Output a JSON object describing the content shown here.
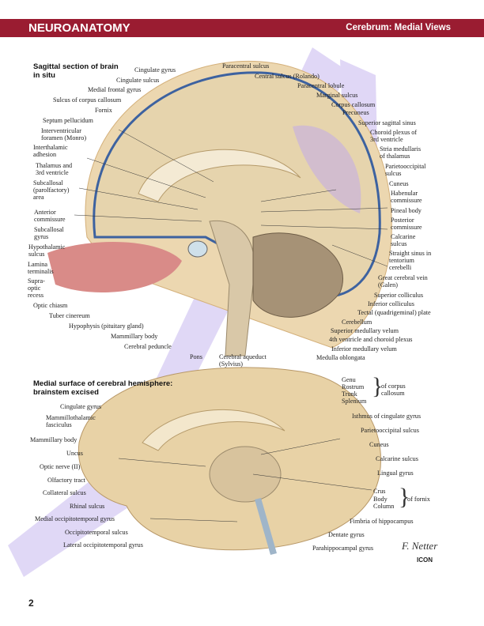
{
  "header": {
    "title": "NEUROANATOMY",
    "subtitle": "Cerebrum: Medial Views"
  },
  "fig1": {
    "title": "Sagittal section of brain in situ",
    "labels_left": [
      "Cingulate gyrus",
      "Cingulate sulcus",
      "Medial frontal gyrus",
      "Sulcus of corpus callosum",
      "Fornix",
      "Septum pellucidum",
      "Interventricular foramen (Monro)",
      "Interthalamic adhesion",
      "Thalamus and 3rd ventricle",
      "Subcallosal (parolfactory) area",
      "Anterior commissure",
      "Subcallosal gyrus",
      "Hypothalamic sulcus",
      "Lamina terminalis",
      "Supra-optic recess",
      "Optic chiasm",
      "Tuber cinereum",
      "Hypophysis (pituitary gland)",
      "Mammillary body",
      "Cerebral peduncle",
      "Pons",
      "Cerebral aqueduct (Sylvius)"
    ],
    "labels_right": [
      "Paracentral sulcus",
      "Central sulcus (Rolando)",
      "Paracentral lobule",
      "Marginal sulcus",
      "Corpus callosum",
      "Precuneus",
      "Superior sagittal sinus",
      "Choroid plexus of 3rd ventricle",
      "Stria medullaris of thalamus",
      "Parietooccipital sulcus",
      "Cuneus",
      "Habenular commissure",
      "Pineal body",
      "Posterior commissure",
      "Calcarine sulcus",
      "Straight sinus in tentorium cerebelli",
      "Great cerebral vein (Galen)",
      "Superior colliculus",
      "Inferior colliculus",
      "Tectal (quadrigeminal) plate",
      "Cerebellum",
      "Superior medullary velum",
      "4th ventricle and choroid plexus",
      "Inferior medullary velum",
      "Medulla oblongata"
    ]
  },
  "fig2": {
    "title": "Medial surface of cerebral hemisphere: brainstem excised",
    "labels_left": [
      "Cingulate gyrus",
      "Mammillothalamic fasciculus",
      "Mammillary body",
      "Uncus",
      "Optic nerve (II)",
      "Olfactory tract",
      "Collateral sulcus",
      "Rhinal sulcus",
      "Medial occipitotemporal gyrus",
      "Occipitotemporal sulcus",
      "Lateral occipitotemporal gyrus"
    ],
    "corpus_callosum_parts": [
      "Genu",
      "Rostrum",
      "Trunk",
      "Splenium"
    ],
    "corpus_callosum_group": "of corpus callosum",
    "labels_right": [
      "Isthmus of cingulate gyrus",
      "Parietooccipital sulcus",
      "Cuneus",
      "Calcarine sulcus",
      "Lingual gyrus"
    ],
    "fornix_parts": [
      "Crus",
      "Body",
      "Column"
    ],
    "fornix_group": "of fornix",
    "labels_bottom": [
      "Fimbria of hippocampus",
      "Dentate gyrus",
      "Parahippocampal gyrus"
    ]
  },
  "signature": "F. Netter",
  "publisher_logo": "ICON",
  "page_number": "2"
}
